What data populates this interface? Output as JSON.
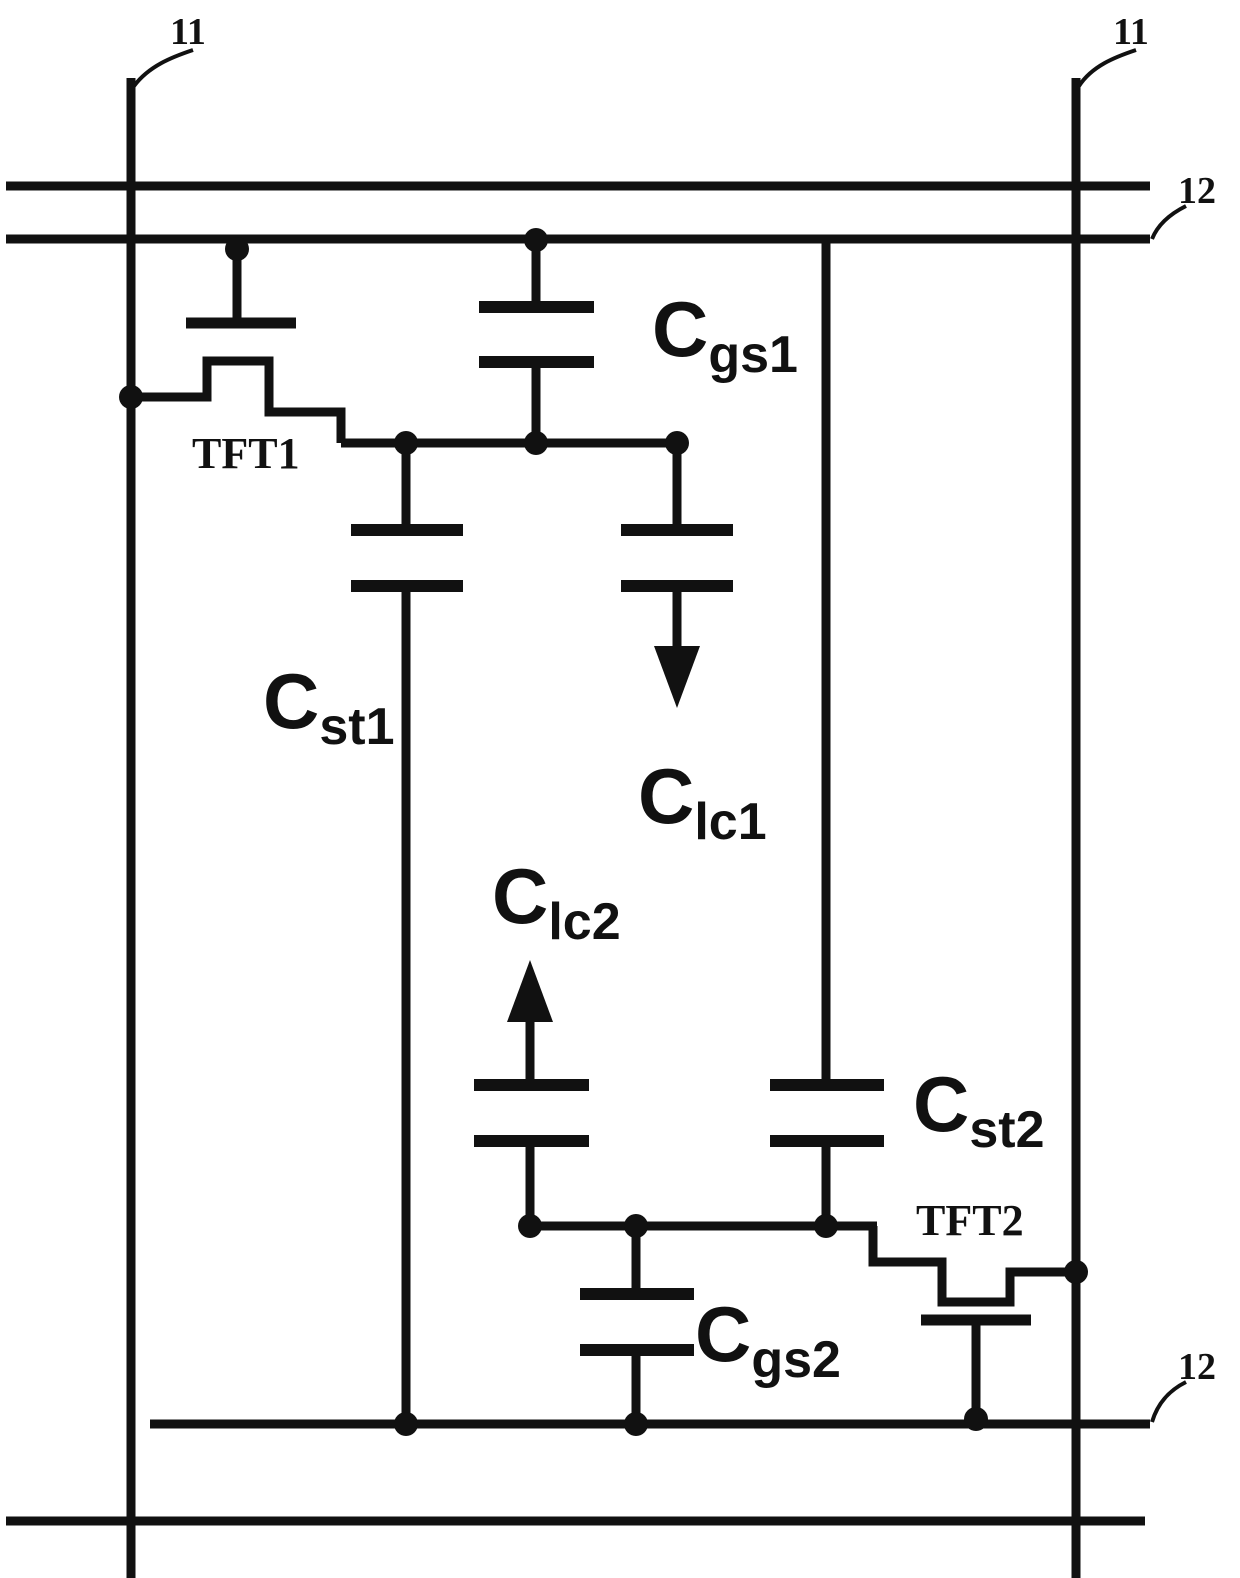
{
  "diagram": {
    "type": "circuit-schematic",
    "description": "Two-subpixel TFT LCD pixel equivalent circuit",
    "bus_labels": {
      "data_line_top_left": "11",
      "data_line_top_right": "11",
      "gate_line_right": "12",
      "gate_line_bottom_right": "12"
    },
    "components": {
      "tft1": {
        "label": "TFT1"
      },
      "tft2": {
        "label": "TFT2"
      },
      "cgs1": {
        "main": "C",
        "sub": "gs1"
      },
      "cst1": {
        "main": "C",
        "sub": "st1"
      },
      "clc1": {
        "main": "C",
        "sub": "lc1"
      },
      "clc2": {
        "main": "C",
        "sub": "lc2"
      },
      "cst2": {
        "main": "C",
        "sub": "st2"
      },
      "cgs2": {
        "main": "C",
        "sub": "gs2"
      }
    },
    "colors": {
      "ink": "#111111",
      "background": "#ffffff"
    }
  }
}
